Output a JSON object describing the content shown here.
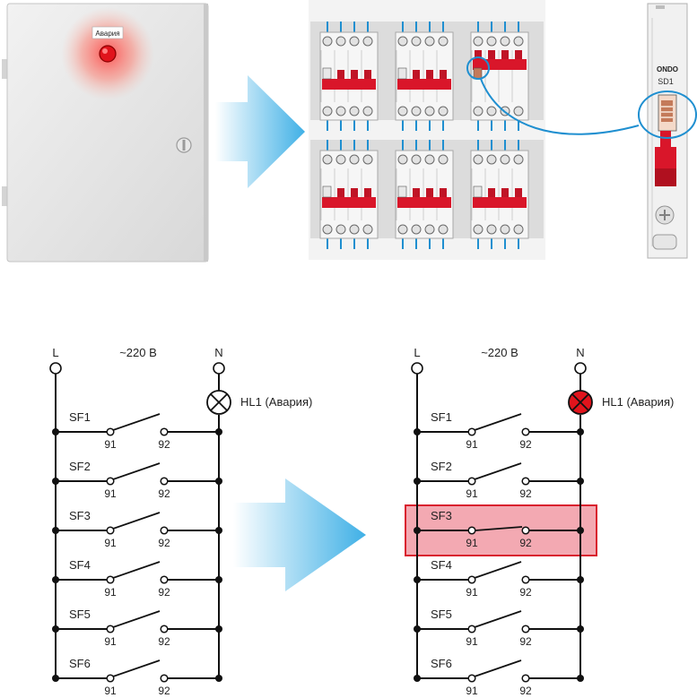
{
  "cabinet": {
    "lamp_label": "Авария"
  },
  "breaker_closeup": {
    "brand": "ONDO",
    "device_label": "SD1"
  },
  "schematic": {
    "line_label": "L",
    "neutral_label": "N",
    "voltage_label": "~220 В",
    "lamp_label": "HL1 (Авария)",
    "contact_left_label": "91",
    "contact_right_label": "92",
    "breakers": [
      "SF1",
      "SF2",
      "SF3",
      "SF4",
      "SF5",
      "SF6"
    ],
    "tripped_breaker": "SF3"
  },
  "colors": {
    "arrow_start": "#ffffff",
    "arrow_end": "#3fb0e6",
    "highlight_fill": "#f3a9b2",
    "highlight_stroke": "#d9202e",
    "lamp_on": "#e0141c",
    "breaker_red": "#d9162a",
    "wire_blue": "#1f8fd0",
    "panel_grey": "#dcdcdc"
  }
}
